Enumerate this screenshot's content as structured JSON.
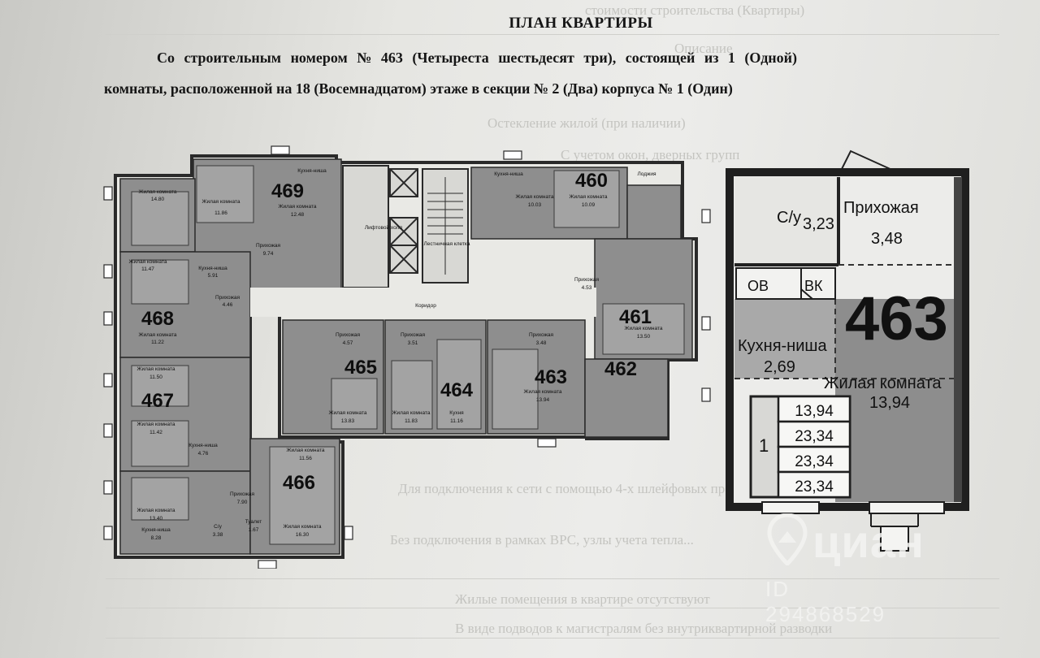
{
  "document": {
    "title": "ПЛАН КВАРТИРЫ",
    "description_line1": "Со строительным номером № 463 (Четыреста шестьдесят три), состоящей из 1 (Одной)",
    "description_line2": "комнаты, расположенной на 18 (Восемнадцатом) этаже в секции № 2 (Два) корпуса № 1 (Один)"
  },
  "plan": {
    "unit_numbers": [
      "469",
      "460",
      "468",
      "461",
      "465",
      "464",
      "463",
      "462",
      "467",
      "466"
    ],
    "room_labels": [
      {
        "label": "Жилая комната",
        "area": "14.80"
      },
      {
        "label": "Жилая комната",
        "area": "11.86"
      },
      {
        "label": "Жилая комната",
        "area": "12.48"
      },
      {
        "label": "Кухня-ниша",
        "area": ""
      },
      {
        "label": "Лифтовой холл",
        "area": ""
      },
      {
        "label": "Лестничная клетка",
        "area": ""
      },
      {
        "label": "Прихожая",
        "area": "9.74"
      },
      {
        "label": "Жилая комната",
        "area": "11.47"
      },
      {
        "label": "Кухня-ниша",
        "area": "5.91"
      },
      {
        "label": "Прихожая",
        "area": "4.46"
      },
      {
        "label": "Жилая комната",
        "area": "11.22"
      },
      {
        "label": "Коридор",
        "area": ""
      },
      {
        "label": "Кухня-ниша",
        "area": ""
      },
      {
        "label": "Жилая комната",
        "area": "10.03"
      },
      {
        "label": "Жилая комната",
        "area": "10.09"
      },
      {
        "label": "Лоджия",
        "area": ""
      },
      {
        "label": "Жилая комната",
        "area": "13.50"
      },
      {
        "label": "Прихожая",
        "area": "4.53"
      },
      {
        "label": "Прихожая",
        "area": "4.57"
      },
      {
        "label": "Прихожая",
        "area": "3.51"
      },
      {
        "label": "Прихожая",
        "area": "3.48"
      },
      {
        "label": "Жилая комната",
        "area": "13.83"
      },
      {
        "label": "Жилая комната",
        "area": "11.83"
      },
      {
        "label": "Кухня",
        "area": "11.16"
      },
      {
        "label": "Жилая комната",
        "area": "13.94"
      },
      {
        "label": "Жилая комната",
        "area": "11.50"
      },
      {
        "label": "Жилая комната",
        "area": "11.42"
      },
      {
        "label": "Кухня-ниша",
        "area": "4.76"
      },
      {
        "label": "Жилая комната",
        "area": "11.56"
      },
      {
        "label": "Прихожая",
        "area": "7.90"
      },
      {
        "label": "Жилая комната",
        "area": "13.40"
      },
      {
        "label": "Кухня-ниша",
        "area": "8.28"
      },
      {
        "label": "Жилая комната",
        "area": "16.30"
      },
      {
        "label": "С/у",
        "area": "3.38"
      },
      {
        "label": "Туалет",
        "area": "1.67"
      }
    ]
  },
  "detail": {
    "bathroom": {
      "label": "С/у",
      "area": "3,23"
    },
    "hallway": {
      "label": "Прихожая",
      "area": "3,48"
    },
    "ob_label": "ОВ",
    "bk_label": "ВК",
    "apartment_number": "463",
    "kitchen_niche": {
      "label": "Кухня-ниша",
      "area": "2,69"
    },
    "living_room": {
      "label": "Жилая комната",
      "area": "13,94"
    },
    "area_table": {
      "rooms": "1",
      "values": [
        "13,94",
        "23,34",
        "23,34",
        "23,34"
      ]
    }
  },
  "watermark": {
    "brand": "циан",
    "id": "ID 294868529"
  }
}
